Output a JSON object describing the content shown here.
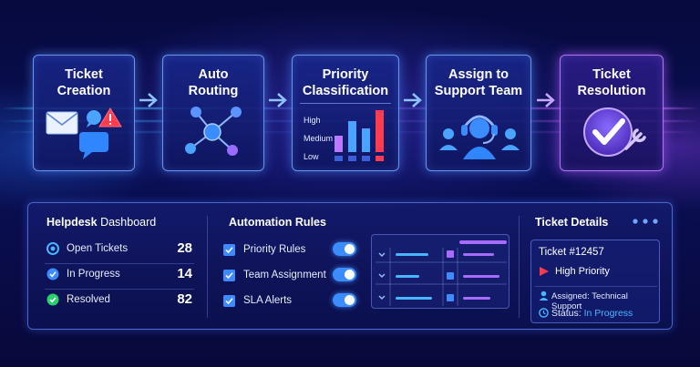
{
  "workflow": {
    "steps": [
      {
        "title": "Ticket\nCreation"
      },
      {
        "title": "Auto\nRouting"
      },
      {
        "title": "Priority\nClassification",
        "chart_labels": [
          "High",
          "Medium",
          "Low"
        ]
      },
      {
        "title": "Assign to\nSupport Team"
      },
      {
        "title": "Ticket\nResolution"
      }
    ]
  },
  "dashboard": {
    "title_bold": "Helpdesk",
    "title_rest": "Dashboard",
    "stats": [
      {
        "label": "Open Tickets",
        "value": "28"
      },
      {
        "label": "In Progress",
        "value": "14"
      },
      {
        "label": "Resolved",
        "value": "82"
      }
    ]
  },
  "automation": {
    "title": "Automation Rules",
    "rules": [
      {
        "label": "Priority Rules"
      },
      {
        "label": "Team Assignment"
      },
      {
        "label": "SLA Alerts"
      }
    ]
  },
  "ticket": {
    "title": "Ticket Details",
    "number": "Ticket #12457",
    "priority": "High Priority",
    "assigned_label": "Assigned:",
    "assigned_value": "Technical Support",
    "status_label": "Status:",
    "status_value": "In Progress"
  },
  "colors": {
    "accent_blue": "#3d8bff",
    "accent_purple": "#a86bff",
    "high_priority_red": "#ff3b4f",
    "resolved_green": "#28d06b",
    "status_cyan": "#47b6ff"
  }
}
